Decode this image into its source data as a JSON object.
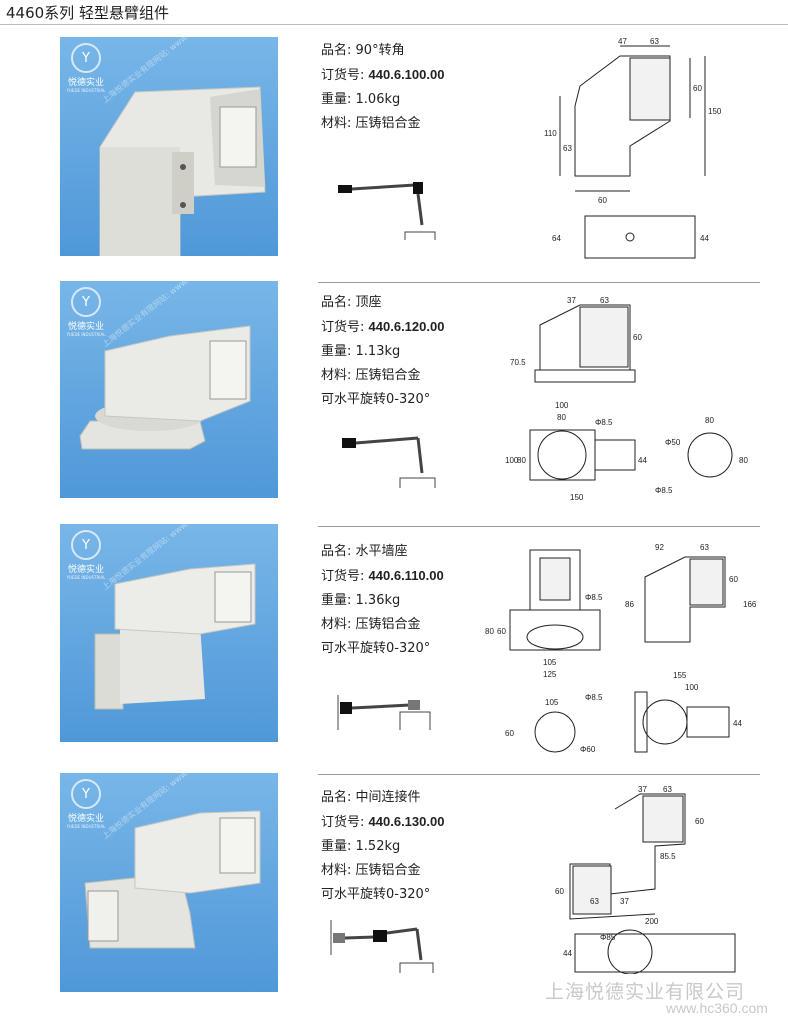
{
  "header": {
    "title": "4460系列  轻型悬臂组件"
  },
  "logo": {
    "mark": "Y",
    "name_cn": "悦德实业",
    "name_en": "YUEDE INDUSTRIAL"
  },
  "watermark": "上海悦德实业有限网站: www.shyuede.com",
  "products": [
    {
      "name_label": "品名:",
      "name": "90°转角",
      "order_label": "订货号:",
      "order": "440.6.100.00",
      "weight_label": "重量:",
      "weight": "1.06kg",
      "material_label": "材料:",
      "material": "压铸铝合金",
      "dims_a": [
        "47",
        "63",
        "60",
        "150",
        "110",
        "63",
        "60"
      ],
      "dims_b": [
        "64",
        "44"
      ]
    },
    {
      "name_label": "品名:",
      "name": "顶座",
      "order_label": "订货号:",
      "order": "440.6.120.00",
      "weight_label": "重量:",
      "weight": "1.13kg",
      "material_label": "材料:",
      "material": "压铸铝合金",
      "rotation": "可水平旋转0-320°",
      "dims_a": [
        "37",
        "63",
        "60",
        "70.5"
      ],
      "dims_b": [
        "100",
        "80",
        "Φ8.5",
        "100",
        "80",
        "44",
        "150"
      ],
      "dims_c": [
        "80",
        "Φ50",
        "80",
        "Φ8.5"
      ]
    },
    {
      "name_label": "品名:",
      "name": "水平墙座",
      "order_label": "订货号:",
      "order": "440.6.110.00",
      "weight_label": "重量:",
      "weight": "1.36kg",
      "material_label": "材料:",
      "material": "压铸铝合金",
      "rotation": "可水平旋转0-320°",
      "dims_a": [
        "Φ8.5",
        "80",
        "60",
        "105",
        "125"
      ],
      "dims_b": [
        "92",
        "63",
        "60",
        "86",
        "166"
      ],
      "dims_c": [
        "105",
        "Φ8.5",
        "60",
        "Φ60"
      ],
      "dims_d": [
        "155",
        "100",
        "44"
      ]
    },
    {
      "name_label": "品名:",
      "name": "中间连接件",
      "order_label": "订货号:",
      "order": "440.6.130.00",
      "weight_label": "重量:",
      "weight": "1.52kg",
      "material_label": "材料:",
      "material": "压铸铝合金",
      "rotation": "可水平旋转0-320°",
      "dims_a": [
        "37",
        "63",
        "60",
        "85.5",
        "60",
        "63",
        "37"
      ],
      "dims_b": [
        "200",
        "Φ85",
        "44"
      ]
    }
  ],
  "footer": {
    "company": "上海悦德实业有限公司",
    "site": "www.hc360.com"
  }
}
